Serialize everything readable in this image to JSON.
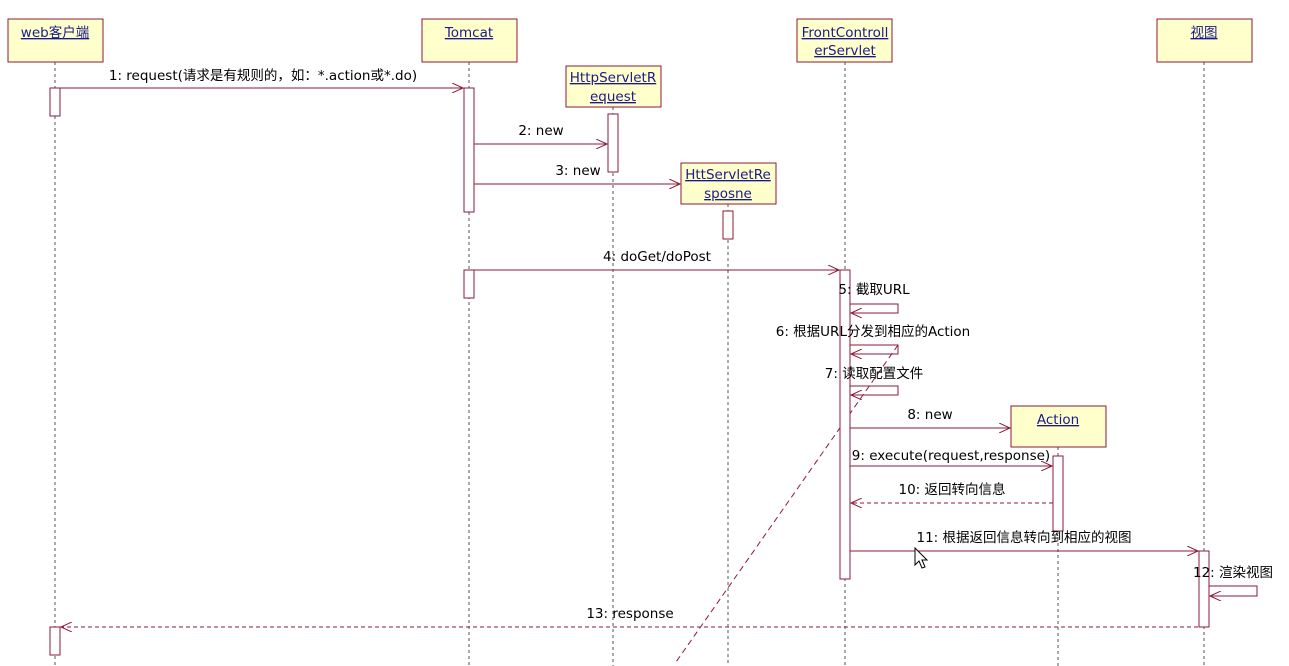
{
  "objects": [
    {
      "id": "client",
      "name_lines": [
        "web客户端"
      ]
    },
    {
      "id": "tomcat",
      "name_lines": [
        "Tomcat"
      ]
    },
    {
      "id": "fcs",
      "name_lines": [
        "FrontControll",
        "erServlet"
      ]
    },
    {
      "id": "view",
      "name_lines": [
        "视图"
      ]
    },
    {
      "id": "req",
      "name_lines": [
        "HttpServletR",
        "equest"
      ]
    },
    {
      "id": "resp",
      "name_lines": [
        "HttServletRe",
        "sposne"
      ]
    },
    {
      "id": "action",
      "name_lines": [
        "Action"
      ]
    }
  ],
  "messages": [
    {
      "id": "m1",
      "label": "1: request(请求是有规则的，如：*.action或*.do)",
      "kind": "call"
    },
    {
      "id": "m2",
      "label": "2: new",
      "kind": "create"
    },
    {
      "id": "m3",
      "label": "3: new",
      "kind": "create"
    },
    {
      "id": "m4",
      "label": "4: doGet/doPost",
      "kind": "call"
    },
    {
      "id": "m5",
      "label": "5: 截取URL",
      "kind": "self"
    },
    {
      "id": "m6",
      "label": "6: 根据URL分发到相应的Action",
      "kind": "self"
    },
    {
      "id": "m7",
      "label": "7: 读取配置文件",
      "kind": "self"
    },
    {
      "id": "m8",
      "label": "8: new",
      "kind": "create"
    },
    {
      "id": "m9",
      "label": "9: execute(request,response)",
      "kind": "call"
    },
    {
      "id": "m10",
      "label": "10: 返回转向信息",
      "kind": "return"
    },
    {
      "id": "m11",
      "label": "11: 根据返回信息转向到相应的视图",
      "kind": "call"
    },
    {
      "id": "m12",
      "label": "12: 渲染视图",
      "kind": "self"
    },
    {
      "id": "m13",
      "label": "13: response",
      "kind": "return"
    }
  ],
  "colors": {
    "object_fill": "#ffffcc",
    "line": "#8b1a3a",
    "object_text": "#1a1a8c"
  },
  "icons": {
    "cursor": "mouse-pointer-icon"
  }
}
